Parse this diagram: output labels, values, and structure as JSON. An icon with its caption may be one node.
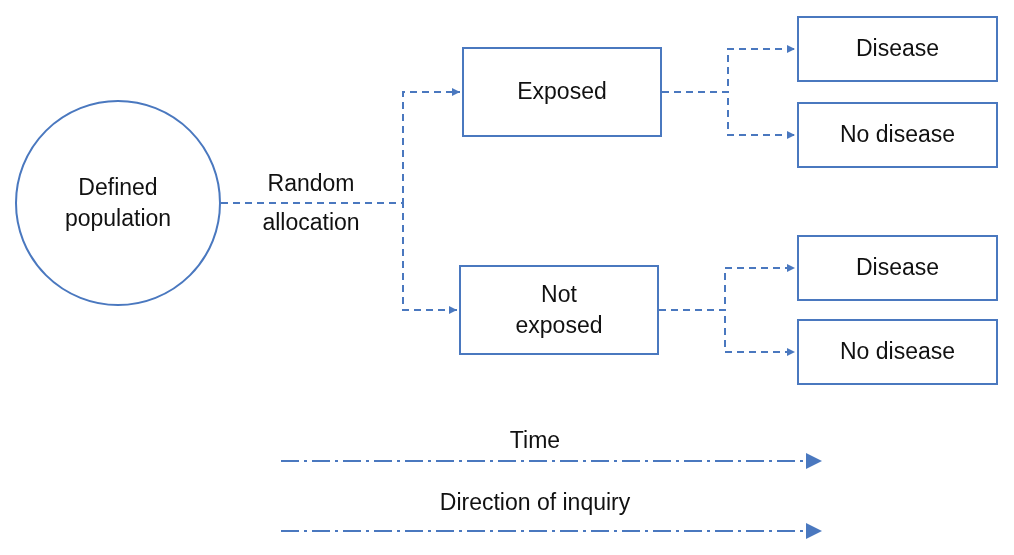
{
  "diagram": {
    "nodes": [
      {
        "text": [
          "Defined population"
        ]
      },
      {
        "text": [
          "Exposed"
        ]
      },
      {
        "text": [
          "Not exposed"
        ]
      },
      {
        "text": [
          "Disease"
        ]
      },
      {
        "text": [
          "No disease"
        ]
      },
      {
        "text": [
          "Disease"
        ]
      },
      {
        "text": [
          "No disease"
        ]
      }
    ],
    "edges": [
      {
        "from": 0,
        "to": 1,
        "arrow": "to",
        "style": "dashed",
        "label": "Random allocation"
      },
      {
        "from": 0,
        "to": 2,
        "arrow": "to",
        "style": "dashed"
      },
      {
        "from": 1,
        "to": 3,
        "arrow": "to",
        "style": "dashed"
      },
      {
        "from": 1,
        "to": 4,
        "arrow": "to",
        "style": "dashed"
      },
      {
        "from": 2,
        "to": 5,
        "arrow": "to",
        "style": "dashed"
      },
      {
        "from": 2,
        "to": 6,
        "arrow": "to",
        "style": "dashed"
      }
    ],
    "labels": [
      "Time",
      "Direction of inquiry"
    ]
  }
}
